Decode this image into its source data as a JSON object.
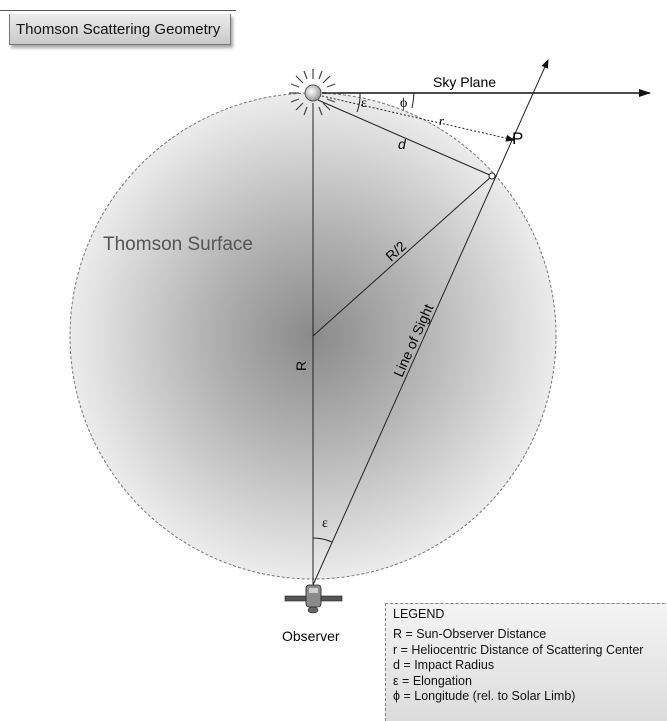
{
  "title": "Thomson Scattering Geometry",
  "labels": {
    "sky_plane": "Sky Plane",
    "thomson_surface": "Thomson Surface",
    "point_p": "P",
    "r_lower": "r",
    "d": "d",
    "r_half": "R/2",
    "r_upper": "R",
    "line_of_sight": "Line of Sight",
    "epsilon_sun": "ε",
    "phi": "ϕ",
    "epsilon_observer": "ε",
    "observer": "Observer"
  },
  "legend": {
    "heading": "LEGEND",
    "entries": [
      "R = Sun-Observer Distance",
      "r  = Heliocentric Distance of Scattering Center",
      "d = Impact Radius",
      "ε = Elongation",
      "ϕ = Longitude (rel. to Solar Limb)"
    ]
  },
  "icons": [
    "sun-icon",
    "spacecraft-icon"
  ]
}
